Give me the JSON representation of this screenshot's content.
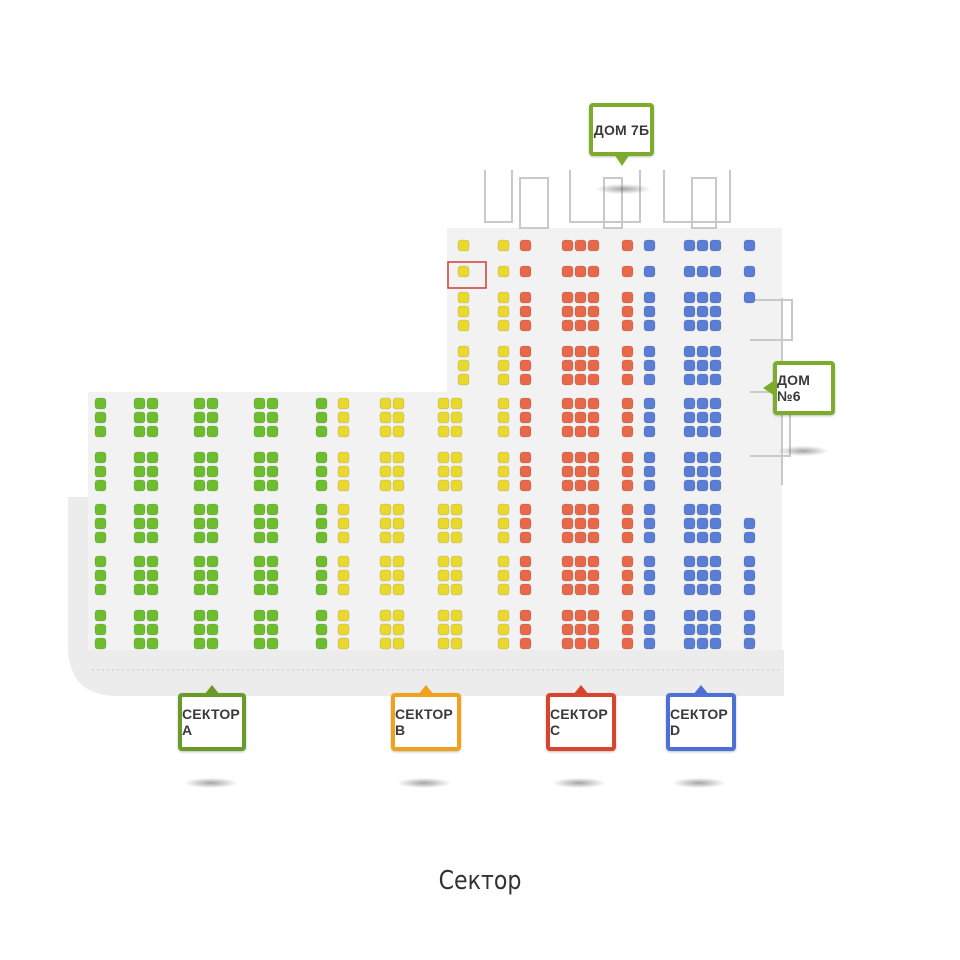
{
  "map": {
    "labels": {
      "house_7b": "ДОМ 7Б",
      "house_6": "ДОМ №6",
      "sector_a": "СЕКТОР A",
      "sector_b": "СЕКТОР B",
      "sector_c": "СЕКТОР C",
      "sector_d": "СЕКТОР D"
    },
    "colors": {
      "sector_a": "#6dbe2e",
      "sector_b": "#e9d92e",
      "sector_c": "#e8684a",
      "sector_d": "#5a7ed6",
      "badge_a": "#6a9b2a",
      "badge_b": "#f0a21c",
      "badge_c": "#d9442f",
      "badge_d": "#4e6fd6",
      "badge_house": "#7dac2c",
      "floor": "#f1f1f1",
      "wall": "#dcdcdc"
    },
    "highlighted_spot": "sector-b-spot"
  },
  "caption": "Сектор"
}
